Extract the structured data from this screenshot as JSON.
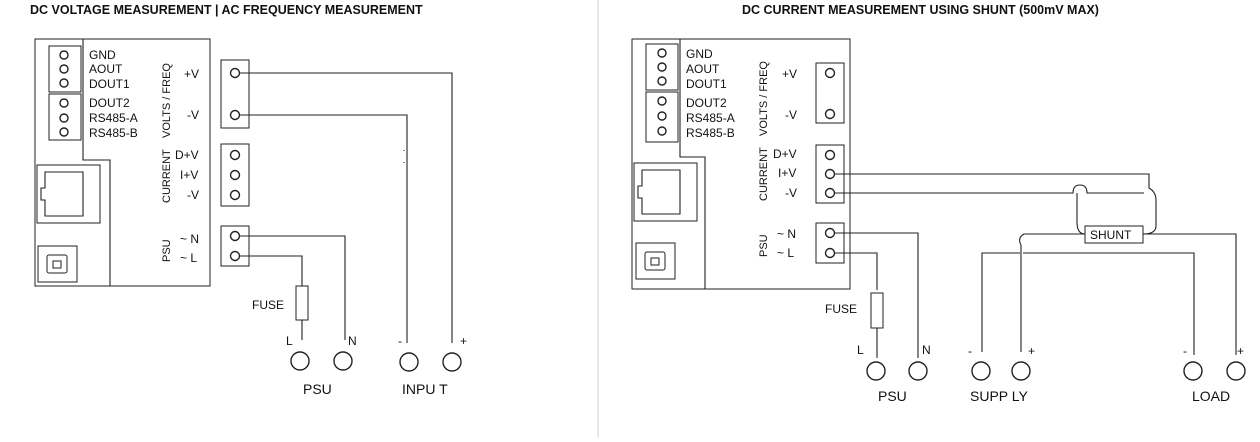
{
  "left_panel": {
    "title": "DC VOLTAGE MEASUREMENT  |  AC FREQUENCY MEASUREMENT",
    "io_labels": [
      "GND",
      "AOUT",
      "DOUT1",
      "DOUT2",
      "RS485-A",
      "RS485-B"
    ],
    "group_volts": "VOLTS / FREQ",
    "group_current": "CURRENT",
    "group_psu": "PSU",
    "pin_pv": "+V",
    "pin_mv": "-V",
    "pin_dv": "D+V",
    "pin_iv": "I+V",
    "pin_mv2": "-V",
    "pin_n": "~ N",
    "pin_l": "~ L",
    "fuse": "FUSE",
    "l": "L",
    "n": "N",
    "minus": "-",
    "plus": "+",
    "psu": "PSU",
    "input": "INPU T"
  },
  "right_panel": {
    "title": "DC CURRENT MEASUREMENT USING SHUNT (500mV MAX)",
    "io_labels": [
      "GND",
      "AOUT",
      "DOUT1",
      "DOUT2",
      "RS485-A",
      "RS485-B"
    ],
    "group_volts": "VOLTS / FREQ",
    "group_current": "CURRENT",
    "group_psu": "PSU",
    "pin_pv": "+V",
    "pin_mv": "-V",
    "pin_dv": "D+V",
    "pin_iv": "I+V",
    "pin_mv2": "-V",
    "pin_n": "~ N",
    "pin_l": "~ L",
    "fuse": "FUSE",
    "l": "L",
    "n": "N",
    "shunt": "SHUNT",
    "supply_minus": "-",
    "supply_plus": "+",
    "load_minus": "-",
    "load_plus": "+",
    "psu": "PSU",
    "supply": "SUPP LY",
    "load": "LOAD"
  }
}
